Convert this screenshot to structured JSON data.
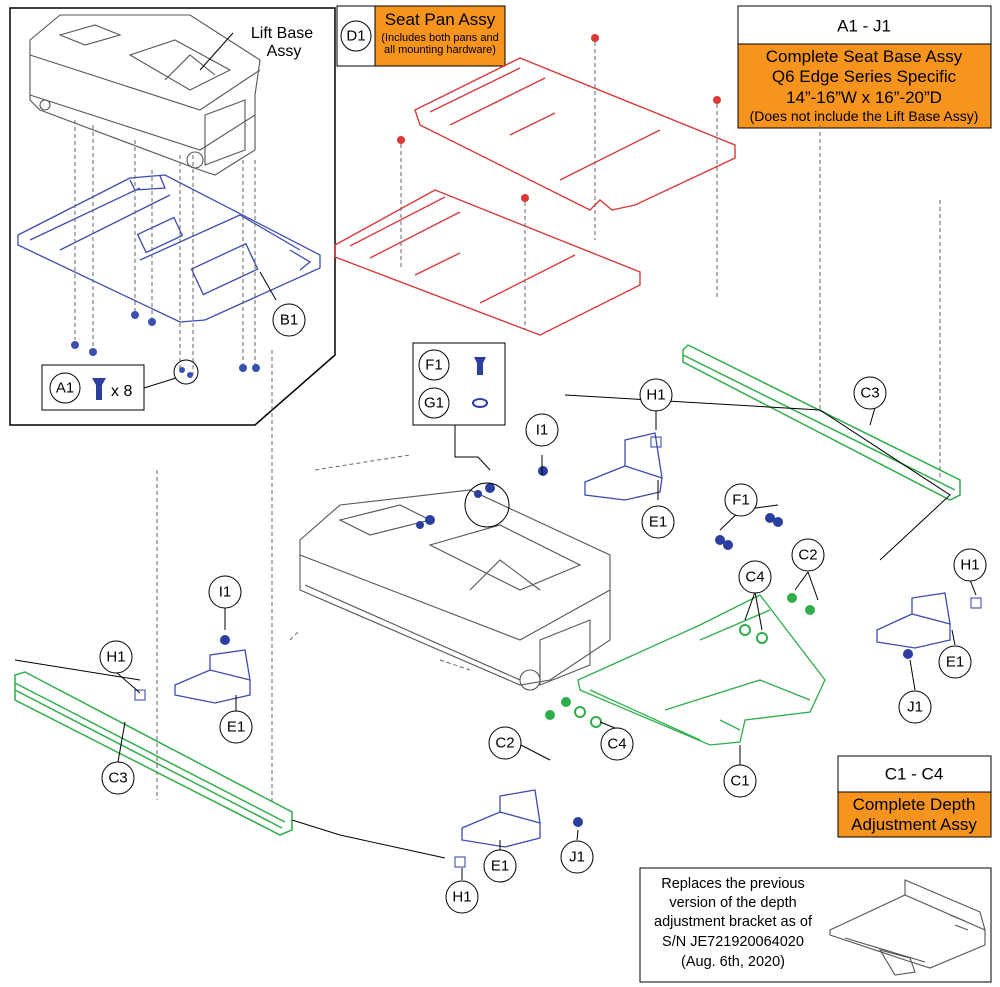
{
  "colors": {
    "seat_pan": "#d83a3a",
    "lift_plate": "#3b4bb0",
    "depth_rail": "#2fae4a",
    "highlight_box": "#f7941d",
    "hardware": "#2a3fa0"
  },
  "d1_box": {
    "callout": "D1",
    "title": "Seat Pan Assy",
    "note": "(Includes both pans and all mounting hardware)"
  },
  "a1_j1_box": {
    "range": "A1 - J1",
    "line1": "Complete Seat Base Assy",
    "line2": "Q6 Edge Series Specific",
    "line3": "14”-16”W x 16”-20”D",
    "line4": "(Does not include the Lift Base Assy)"
  },
  "c1_c4_box": {
    "range": "C1 - C4",
    "line1": "Complete Depth",
    "line2": "Adjustment Assy"
  },
  "inset": {
    "lift_base_label_1": "Lift Base",
    "lift_base_label_2": "Assy",
    "a1_qty": "x 8"
  },
  "note_box": {
    "line1": "Replaces the previous",
    "line2": "version of the depth",
    "line3": "adjustment bracket as of",
    "line4": "S/N JE721920064020",
    "line5": "(Aug. 6th, 2020)"
  },
  "callouts": {
    "a1": "A1",
    "b1": "B1",
    "c1": "C1",
    "c2": "C2",
    "c3": "C3",
    "c4": "C4",
    "d1": "D1",
    "e1": "E1",
    "f1": "F1",
    "g1": "G1",
    "h1": "H1",
    "i1": "I1",
    "j1": "J1"
  }
}
